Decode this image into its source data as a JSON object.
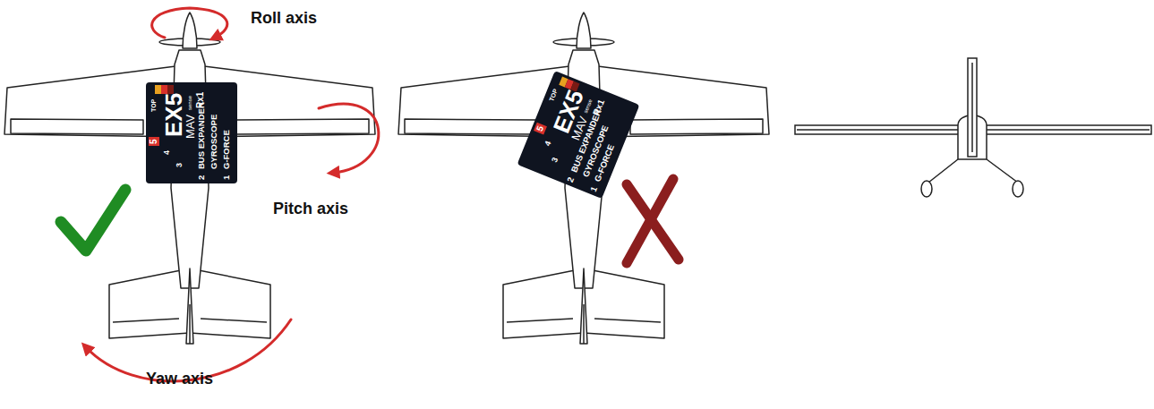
{
  "diagram": {
    "nodes": [
      {
        "text": [
          "5",
          "TOP",
          "4",
          "EX5",
          "Rx1",
          "3",
          "MAV",
          "sense",
          "2",
          "BUS EXPANDER",
          "GYROSCOPE",
          "1",
          "G-FORCE"
        ]
      },
      {
        "text": [
          "5",
          "TOP",
          "4",
          "EX5",
          "Rx1",
          "3",
          "MAV",
          "sense",
          "2",
          "BUS EXPANDER",
          "GYROSCOPE",
          "1",
          "G-FORCE"
        ]
      }
    ],
    "labels": [
      "Roll axis",
      "Pitch axis",
      "Yaw axis"
    ]
  }
}
